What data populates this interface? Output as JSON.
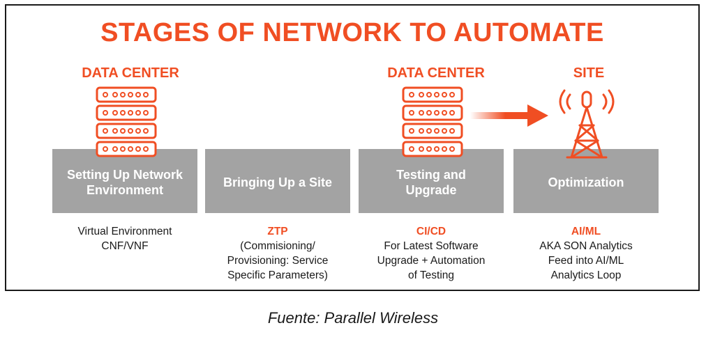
{
  "title": "STAGES OF NETWORK TO AUTOMATE",
  "headers": {
    "stage1": "DATA CENTER",
    "stage3": "DATA CENTER",
    "stage4": "SITE"
  },
  "stages": [
    {
      "label": "Setting Up Network\nEnvironment",
      "highlight": "",
      "lines": [
        "Virtual Environment",
        "CNF/VNF"
      ]
    },
    {
      "label": "Bringing Up a Site",
      "highlight": "ZTP",
      "lines": [
        "(Commisioning/",
        "Provisioning: Service",
        "Specific Parameters)"
      ]
    },
    {
      "label": "Testing and\nUpgrade",
      "highlight": "CI/CD",
      "lines": [
        "For Latest Software",
        "Upgrade + Automation",
        "of Testing"
      ]
    },
    {
      "label": "Optimization",
      "highlight": "AI/ML",
      "lines": [
        "AKA SON Analytics",
        "Feed into AI/ML",
        "Analytics Loop"
      ]
    }
  ],
  "caption": "Fuente: Parallel Wireless",
  "icons": {
    "server": "server-rack-icon",
    "arrow": "arrow-right-icon",
    "tower": "cell-tower-icon"
  },
  "colors": {
    "accent": "#f04e23",
    "box": "#a3a3a3",
    "text": "#1a1a1a"
  }
}
